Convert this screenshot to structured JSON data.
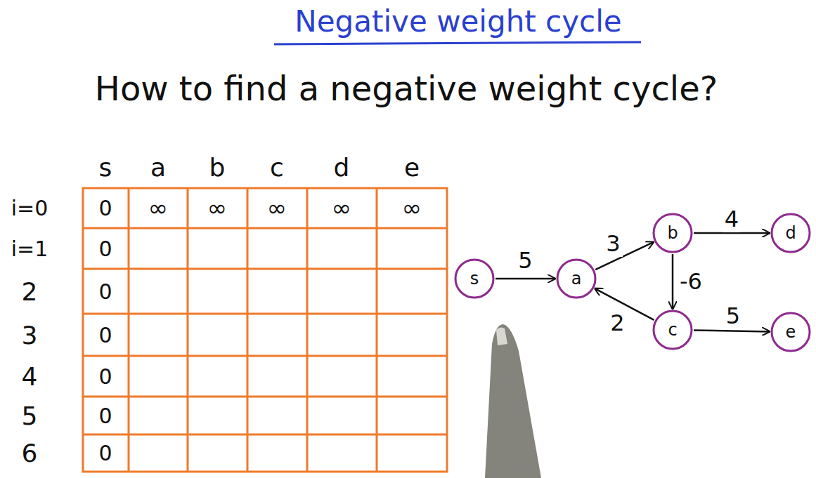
{
  "diagram": {
    "title": "Negative weight cycle",
    "nodes": [
      {
        "text": [
          "s"
        ]
      },
      {
        "text": [
          "a"
        ]
      },
      {
        "text": [
          "b"
        ]
      },
      {
        "text": [
          "c"
        ]
      },
      {
        "text": [
          "d"
        ]
      },
      {
        "text": [
          "e"
        ]
      }
    ],
    "edges": [
      {
        "from": 0,
        "to": 1,
        "label": "5",
        "arrow": "to"
      },
      {
        "from": 1,
        "to": 2,
        "label": "3",
        "arrow": "to"
      },
      {
        "from": 2,
        "to": 4,
        "label": "4",
        "arrow": "to"
      },
      {
        "from": 2,
        "to": 3,
        "label": "-6",
        "arrow": "to"
      },
      {
        "from": 3,
        "to": 1,
        "label": "2",
        "arrow": "to"
      },
      {
        "from": 3,
        "to": 5,
        "label": "5",
        "arrow": "to"
      }
    ],
    "labels": [
      "How to find a negative weight cycle?",
      "s",
      "a",
      "b",
      "c",
      "d",
      "e",
      "i=0",
      "0",
      "∞",
      "∞",
      "∞",
      "∞",
      "∞",
      "i=1",
      "0",
      "2",
      "0",
      "3",
      "0",
      "4",
      "0",
      "5",
      "0",
      "6",
      "0"
    ]
  }
}
